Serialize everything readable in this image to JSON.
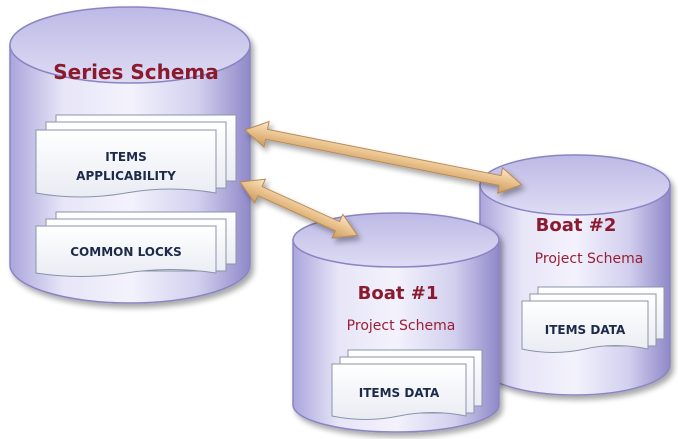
{
  "series": {
    "title": "Series Schema",
    "items_applicability": [
      "ITEMS",
      "APPLICABILITY"
    ],
    "common_locks": "COMMON LOCKS"
  },
  "boat1": {
    "title": "Boat #1",
    "subtitle": "Project Schema",
    "items_data": "ITEMS DATA"
  },
  "boat2": {
    "title": "Boat #2",
    "subtitle": "Project Schema",
    "items_data": "ITEMS DATA"
  },
  "colors": {
    "cylinder_light": "#f1f0fb",
    "cylinder_mid": "#c6c3ea",
    "cylinder_dark": "#7e78bd",
    "title_text": "#8b1a2e",
    "arrow": "#e7c493",
    "arrow_edge": "#b98a55",
    "card_text": "#1c2b4a"
  }
}
